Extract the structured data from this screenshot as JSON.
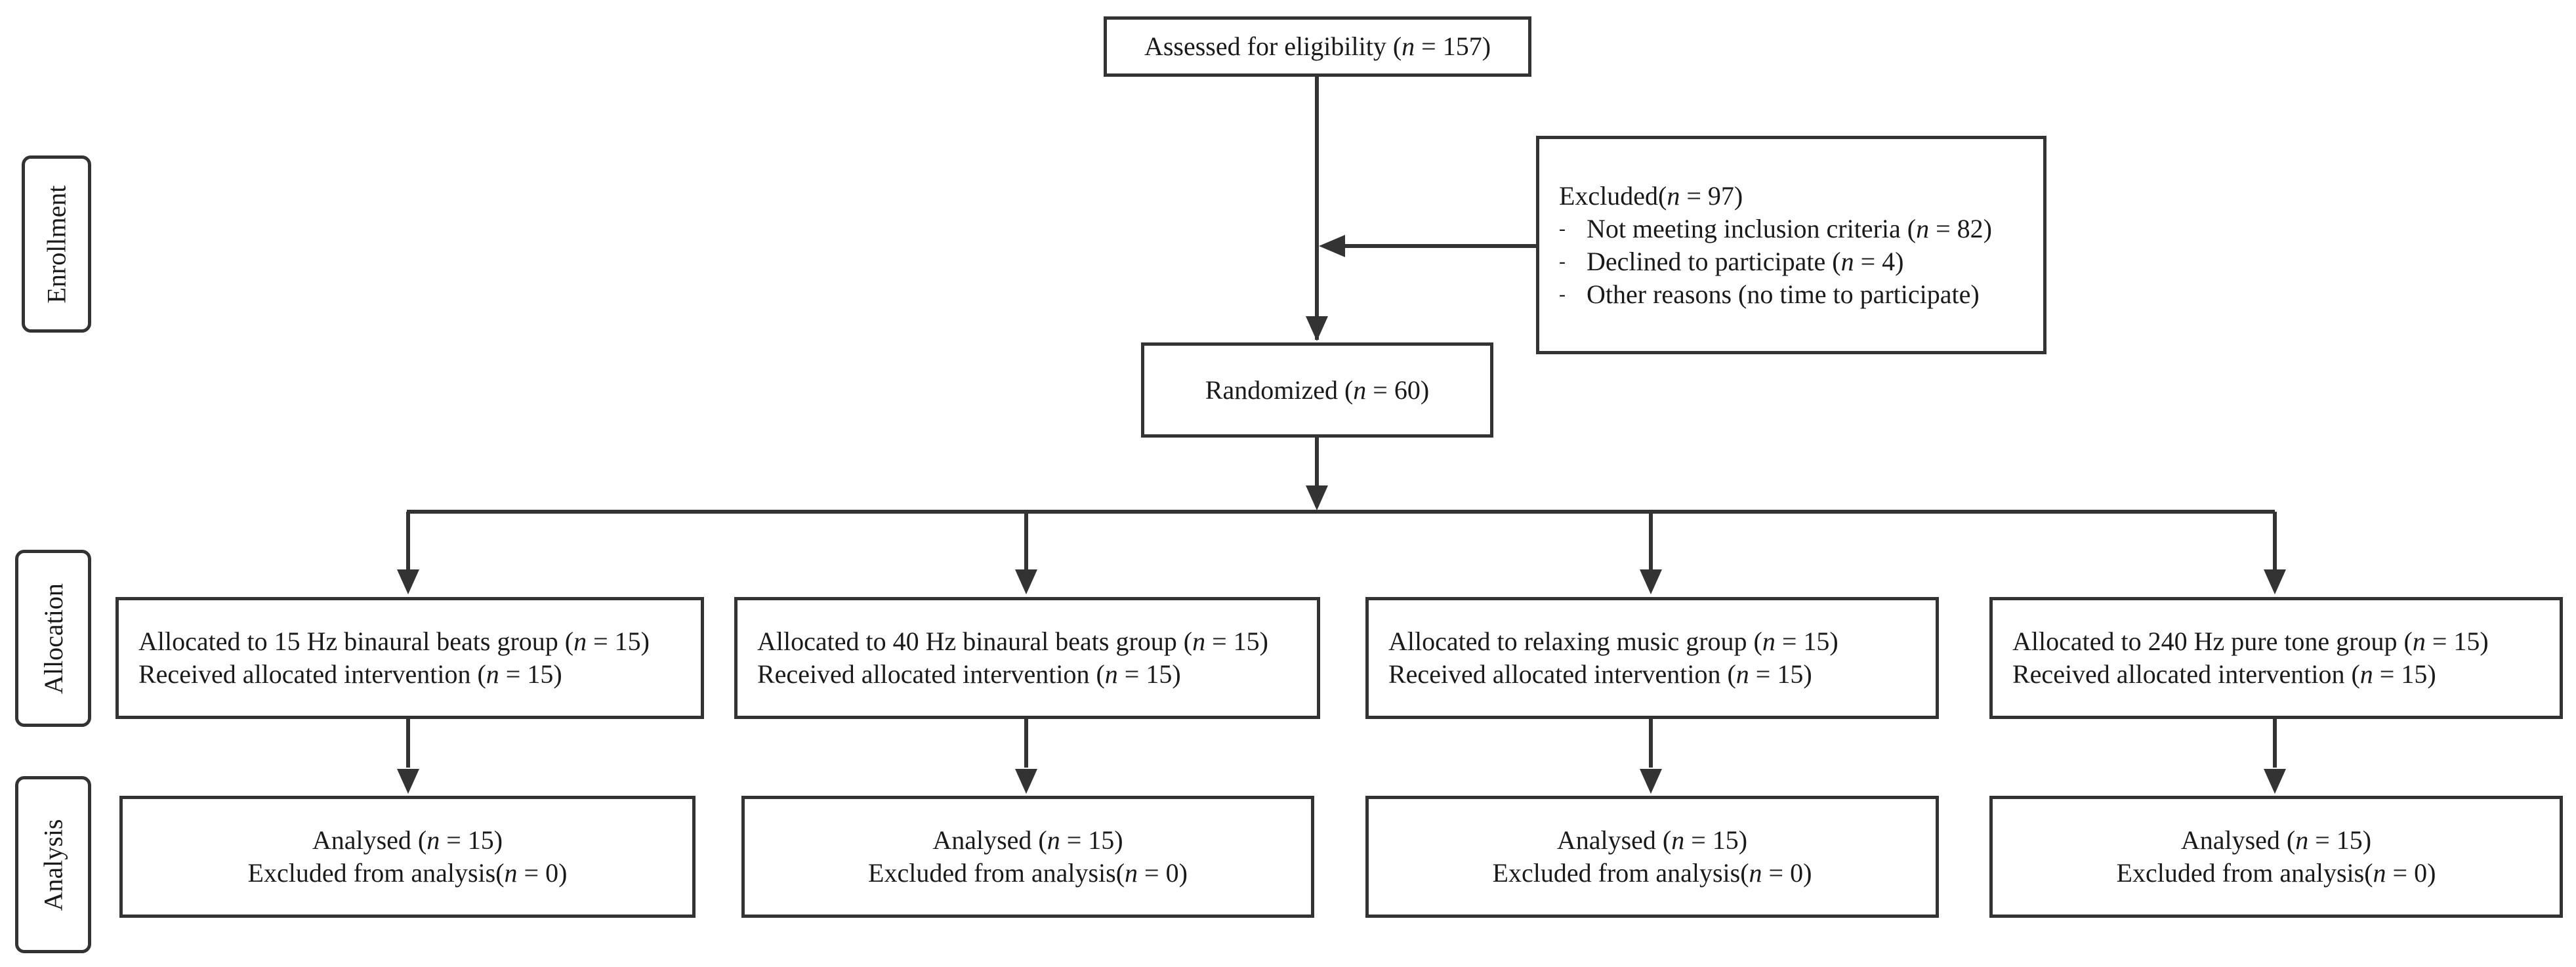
{
  "stages": {
    "enrollment": "Enrollment",
    "allocation": "Allocation",
    "analysis": "Analysis"
  },
  "assessed": {
    "label": "Assessed for eligibility (",
    "n": "n",
    "value": " = 157)"
  },
  "excluded": {
    "title_pre": "Excluded(",
    "title_n": "n",
    "title_val": " = 97)",
    "bullet": "-",
    "items": [
      {
        "pre": "Not meeting inclusion criteria (",
        "n": "n",
        "val": " = 82)"
      },
      {
        "pre": "Declined to participate (",
        "n": "n",
        "val": " = 4)"
      },
      {
        "pre": "Other reasons (no time to participate)",
        "n": "",
        "val": ""
      }
    ]
  },
  "randomized": {
    "label": "Randomized (",
    "n": "n",
    "value": " = 60)"
  },
  "groups": [
    {
      "alloc_pre": "Allocated to 15 Hz binaural beats group (",
      "alloc_val": " = 15)",
      "recv_pre": "Received allocated intervention (",
      "recv_val": " = 15)",
      "an_pre": "Analysed (",
      "an_val": " = 15)",
      "ex_pre": "Excluded from analysis(",
      "ex_val": " = 0)"
    },
    {
      "alloc_pre": "Allocated to 40 Hz binaural beats group (",
      "alloc_val": " = 15)",
      "recv_pre": "Received allocated intervention (",
      "recv_val": " = 15)",
      "an_pre": "Analysed (",
      "an_val": " = 15)",
      "ex_pre": "Excluded from analysis(",
      "ex_val": " = 0)"
    },
    {
      "alloc_pre": "Allocated to relaxing music group (",
      "alloc_val": " = 15)",
      "recv_pre": "Received allocated intervention (",
      "recv_val": " = 15)",
      "an_pre": "Analysed (",
      "an_val": " = 15)",
      "ex_pre": "Excluded from analysis(",
      "ex_val": " = 0)"
    },
    {
      "alloc_pre": "Allocated to 240 Hz pure tone group (",
      "alloc_val": " = 15)",
      "recv_pre": "Received allocated intervention (",
      "recv_val": " = 15)",
      "an_pre": "Analysed (",
      "an_val": " = 15)",
      "ex_pre": "Excluded from analysis(",
      "ex_val": " = 0)"
    }
  ],
  "n_symbol": "n",
  "colors": {
    "line": "#333333",
    "text": "#1a1a1a",
    "background": "#ffffff"
  }
}
